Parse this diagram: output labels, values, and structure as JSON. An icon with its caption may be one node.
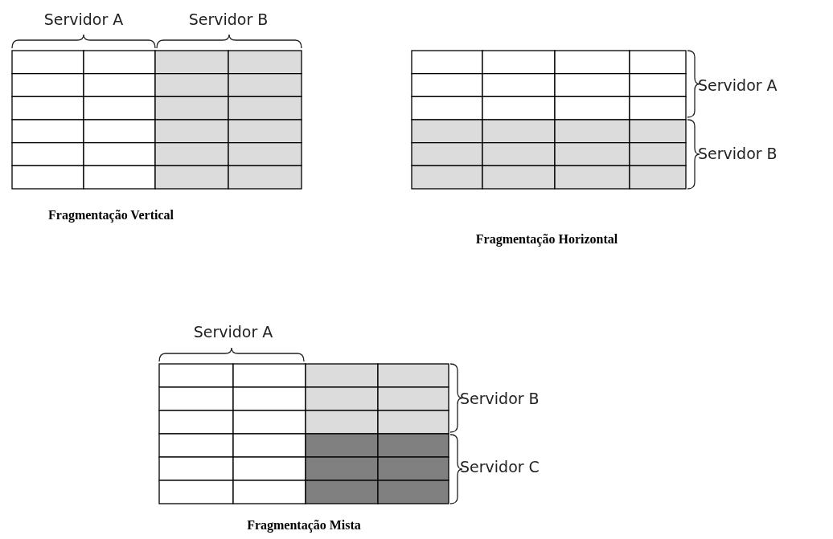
{
  "diagram": {
    "labels": [
      "Servidor A",
      "Servidor B",
      "Fragmentação Vertical",
      "Servidor A",
      "Servidor B",
      "Fragmentação Horizontal",
      "Servidor A",
      "Servidor B",
      "Servidor C",
      "Fragmentação Mista"
    ]
  }
}
